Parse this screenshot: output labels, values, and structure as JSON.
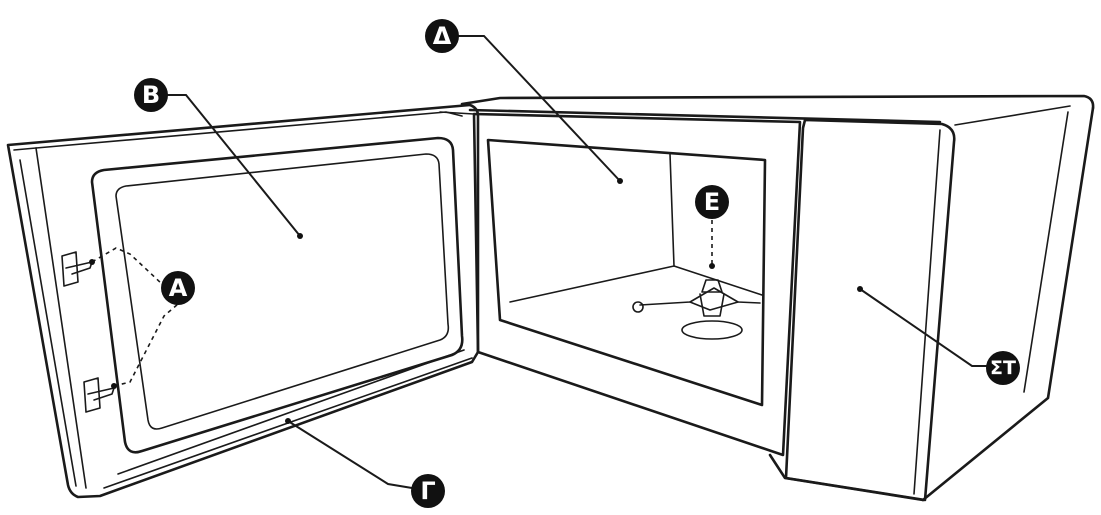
{
  "labels": {
    "a": "A",
    "b": "B",
    "delta": "Δ",
    "e": "E",
    "gamma": "Γ",
    "st": "ΣΤ"
  },
  "colors": {
    "line": "#1a1a1a",
    "badge": "#111111",
    "badge_text": "#ffffff",
    "background": "#ffffff"
  }
}
